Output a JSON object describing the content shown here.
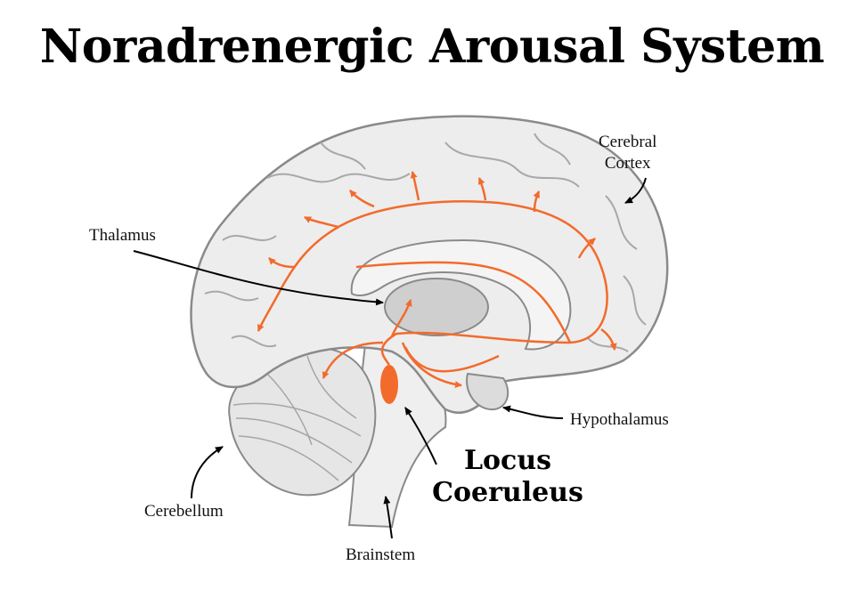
{
  "title": "Noradrenergic Arousal System",
  "labels": {
    "cerebral_cortex_line1": "Cerebral",
    "cerebral_cortex_line2": "Cortex",
    "thalamus": "Thalamus",
    "hypothalamus": "Hypothalamus",
    "locus_coeruleus_line1": "Locus",
    "locus_coeruleus_line2": "Coeruleus",
    "cerebellum": "Cerebellum",
    "brainstem": "Brainstem"
  },
  "colors": {
    "pathway": "#f26b2c",
    "nucleus": "#f26b2c",
    "outline": "#8a8a8a",
    "fill": "#ececec",
    "arrow": "#000000"
  }
}
